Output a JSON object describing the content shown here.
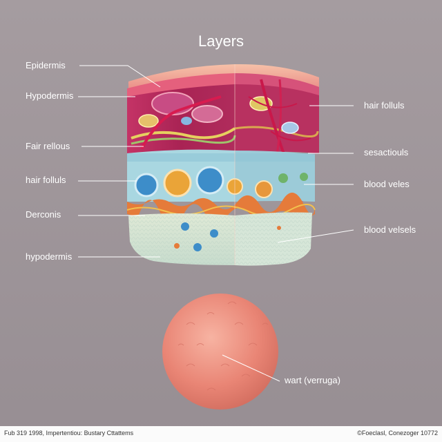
{
  "title": "Layers",
  "labels_left": [
    "Epidermis",
    "Hypodermis",
    "Fair rellous",
    "hair folluls",
    "Derconis",
    "hypodermis"
  ],
  "labels_right": [
    "hair folluls",
    "sesactiouls",
    "blood veles",
    "blood velsels"
  ],
  "wart_label": "wart (verruga)",
  "footer": {
    "left": "Fub 319 1998, Impertentiou: Bustary Cttattems",
    "right": "©Foeclasl, Conezoger 10772"
  },
  "colors": {
    "background": "#a09799",
    "epidermis": "#d8467a",
    "dermis": "#b52a5a",
    "fluid_layer": "#9fd3e0",
    "basement": "#e0e4c4",
    "hypodermis": "#cfe2d4",
    "wart": "#e9877a"
  }
}
